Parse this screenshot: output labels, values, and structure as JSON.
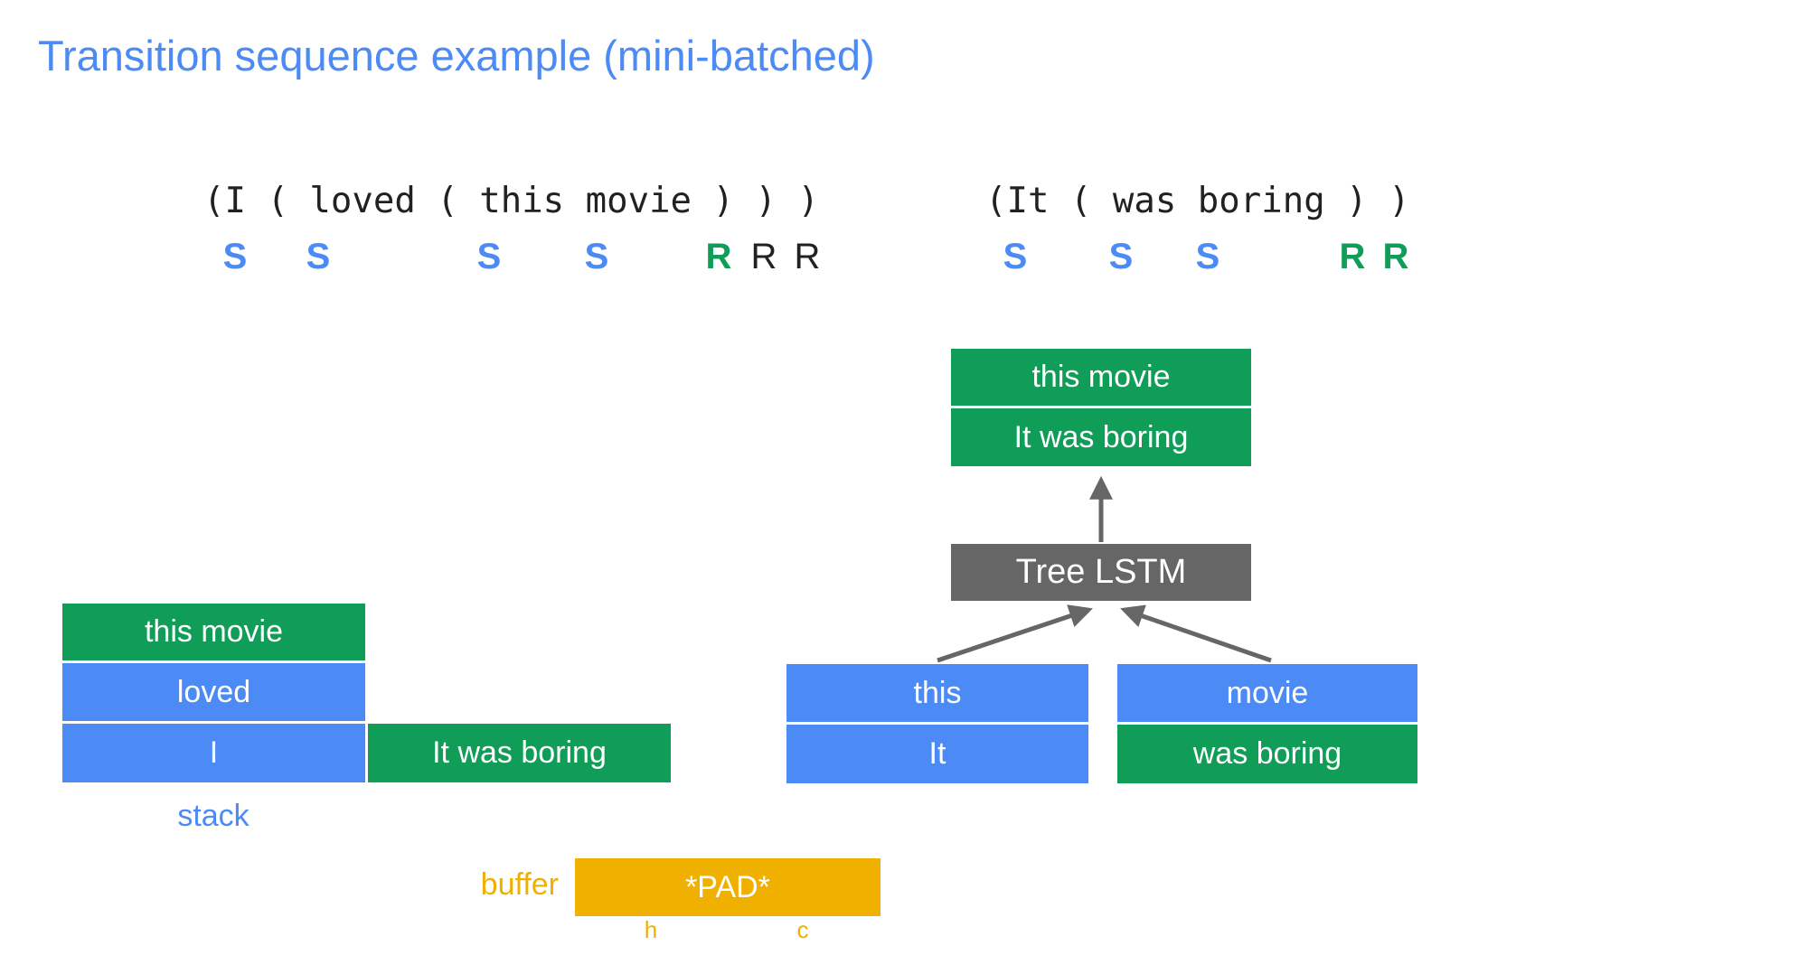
{
  "slide": {
    "title": "Transition sequence example (mini-batched)"
  },
  "colors": {
    "blue": "#4c8bf5",
    "green": "#0f9d58",
    "amber": "#f0b000",
    "gray": "#666666",
    "ink": "#212121"
  },
  "sequence_left": {
    "text": "(I ( loved ( this movie ) ) )",
    "actions": [
      {
        "label": "S",
        "color": "blue"
      },
      {
        "label": "S",
        "color": "blue"
      },
      {
        "label": "S",
        "color": "blue"
      },
      {
        "label": "S",
        "color": "blue"
      },
      {
        "label": "R",
        "color": "green"
      },
      {
        "label": "R",
        "color": "black"
      },
      {
        "label": "R",
        "color": "black"
      }
    ]
  },
  "sequence_right": {
    "text": "(It ( was boring ) )",
    "actions": [
      {
        "label": "S",
        "color": "blue"
      },
      {
        "label": "S",
        "color": "blue"
      },
      {
        "label": "S",
        "color": "blue"
      },
      {
        "label": "R",
        "color": "green"
      },
      {
        "label": "R",
        "color": "green"
      }
    ]
  },
  "tree": {
    "result_rows": [
      {
        "label": "this movie",
        "color": "green"
      },
      {
        "label": "It was boring",
        "color": "green"
      }
    ],
    "node_label": "Tree LSTM",
    "left_child_rows": [
      {
        "label": "this",
        "color": "blue"
      },
      {
        "label": "It",
        "color": "blue"
      }
    ],
    "right_child_rows": [
      {
        "label": "movie",
        "color": "blue"
      },
      {
        "label": "was boring",
        "color": "green"
      }
    ]
  },
  "stack": {
    "caption": "stack",
    "rows": [
      {
        "label": "this movie",
        "color": "green"
      },
      {
        "label": "loved",
        "color": "blue"
      },
      {
        "label": "I",
        "color": "blue"
      }
    ],
    "aside": {
      "label": "It was boring",
      "color": "green"
    }
  },
  "buffer": {
    "caption": "buffer",
    "pad_label": "*PAD*",
    "h_label": "h",
    "c_label": "c"
  }
}
